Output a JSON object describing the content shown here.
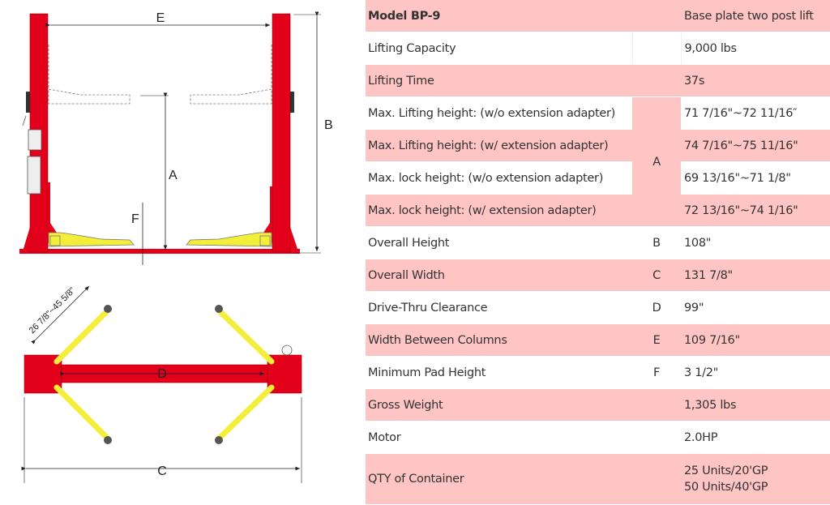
{
  "diagram": {
    "labels": {
      "E": "E",
      "B": "B",
      "A": "A",
      "F": "F",
      "D": "D",
      "C": "C"
    },
    "arm_range": "26 7/8\"~45 5/8\"",
    "colors": {
      "post": "#e2001a",
      "arm": "#f2ee3a",
      "pink": "#ffc4c4"
    }
  },
  "spec": {
    "header": {
      "label": "Model BP-9",
      "value": "Base plate two post lift"
    },
    "rows": [
      {
        "label": "Lifting Capacity",
        "letter": "",
        "value": "9,000 lbs"
      },
      {
        "label": "Lifting Time",
        "letter": "",
        "value": "37s"
      },
      {
        "label": "Max. Lifting height: (w/o extension adapter)",
        "letter": "A",
        "value": "71 7/16\"~72 11/16″"
      },
      {
        "label": "Max. Lifting height:  (w/ extension adapter)",
        "letter": "A",
        "value": "74 7/16\"~75 11/16\""
      },
      {
        "label": "Max. lock height:  (w/o extension adapter)",
        "letter": "A",
        "value": "69 13/16\"~71 1/8\""
      },
      {
        "label": "Max. lock height:  (w/ extension adapter)",
        "letter": "A",
        "value": "72 13/16\"~74 1/16\""
      },
      {
        "label": "Overall Height",
        "letter": "B",
        "value": "108\""
      },
      {
        "label": "Overall Width",
        "letter": "C",
        "value": "131 7/8\""
      },
      {
        "label": "Drive-Thru Clearance",
        "letter": "D",
        "value": "99\""
      },
      {
        "label": "Width Between Columns",
        "letter": "E",
        "value": "109 7/16\""
      },
      {
        "label": "Minimum Pad Height",
        "letter": "F",
        "value": "3 1/2\""
      },
      {
        "label": "Gross Weight",
        "letter": "",
        "value": "1,305 lbs"
      },
      {
        "label": "Motor",
        "letter": "",
        "value": "2.0HP"
      },
      {
        "label": "QTY of Container",
        "letter": "",
        "value": [
          "25 Units/20'GP",
          "50 Units/40'GP"
        ]
      }
    ]
  }
}
